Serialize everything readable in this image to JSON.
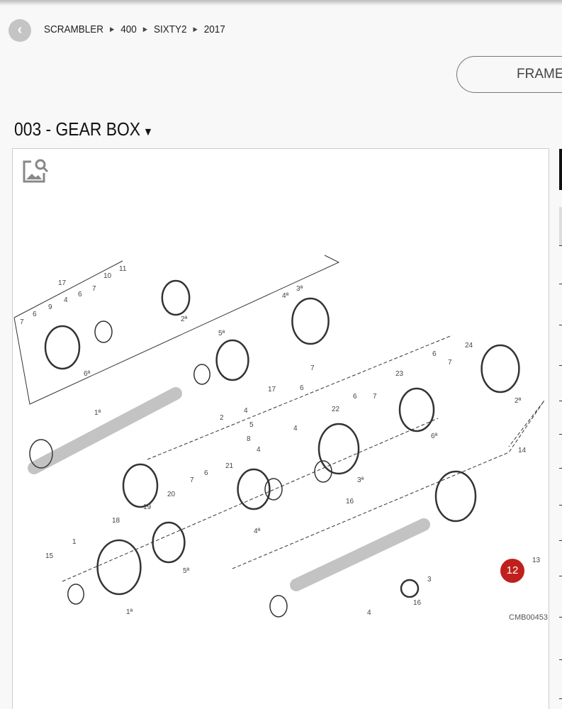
{
  "breadcrumb": [
    "SCRAMBLER",
    "400",
    "SIXTY2",
    "2017"
  ],
  "frame_button": "FRAME",
  "page_title": "003 - GEAR BOX",
  "diagram": {
    "code": "CMB00453",
    "selected_part": "12",
    "callouts": [
      "11",
      "10",
      "17",
      "7",
      "6",
      "4",
      "9",
      "7",
      "6",
      "4ª",
      "3ª",
      "2ª",
      "6ª",
      "1ª",
      "5ª",
      "2",
      "4",
      "5",
      "17",
      "6",
      "7",
      "8",
      "16",
      "24",
      "6",
      "7",
      "23",
      "22",
      "6",
      "7",
      "4",
      "3ª",
      "2ª",
      "6ª",
      "4",
      "21",
      "6",
      "7",
      "20",
      "19",
      "18",
      "1",
      "15",
      "5ª",
      "4ª",
      "1ª",
      "14",
      "13",
      "3",
      "4",
      "16"
    ]
  }
}
